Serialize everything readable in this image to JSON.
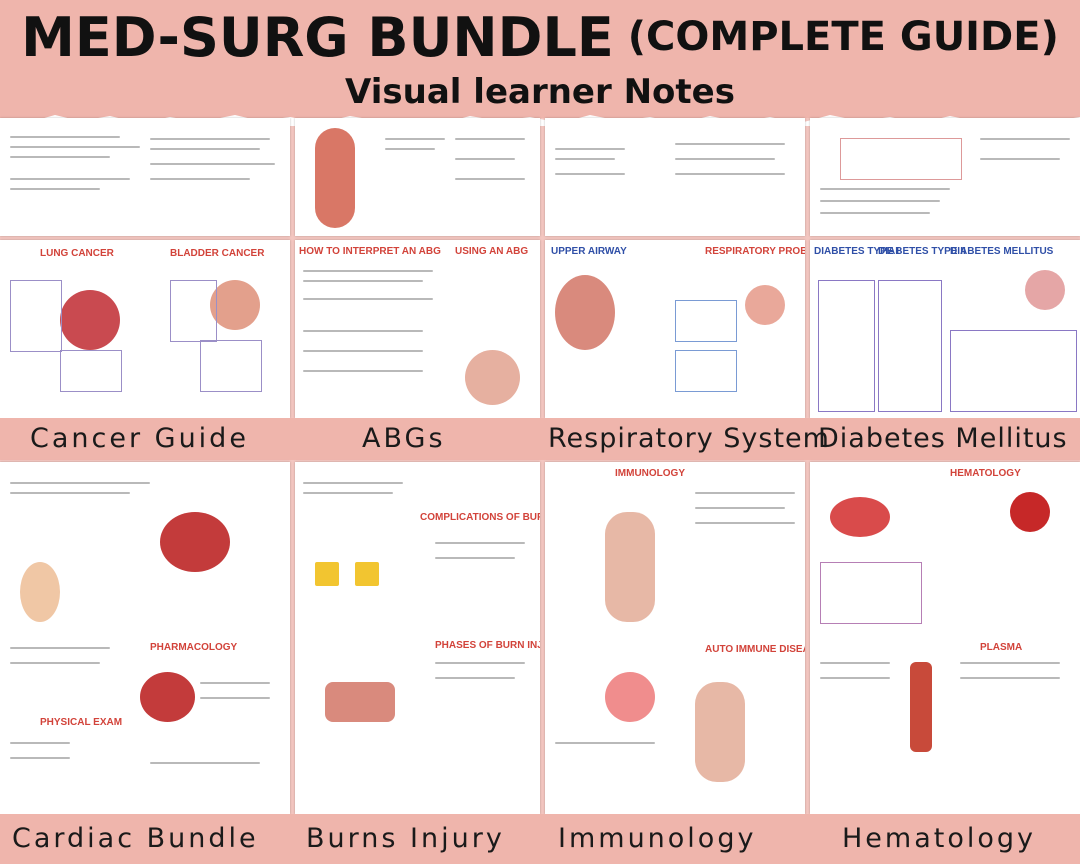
{
  "header": {
    "title": "MED-SURG BUNDLE",
    "title_suffix": "(COMPLETE GUIDE)",
    "subtitle": "Visual learner Notes"
  },
  "colors": {
    "background": "#f3c6c0",
    "label_bar": "#efb5ac",
    "accent_red": "#d2433a",
    "accent_blue": "#2f4fa7"
  },
  "row1": {
    "pages": [
      {
        "heading": "LUNG CANCER",
        "heading2": "BLADDER CANCER"
      },
      {
        "heading": "HOW TO INTERPRET AN ABG",
        "heading2": "USING AN ABG"
      },
      {
        "heading": "UPPER AIRWAY",
        "heading2": "RESPIRATORY PROBLEMS"
      },
      {
        "heading": "DIABETES TYPE I",
        "heading2": "DIABETES TYPE II",
        "heading3": "DIABETES MELLITUS"
      }
    ],
    "labels": [
      "Cancer Guide",
      "ABGs",
      "Respiratory System",
      "Diabetes Mellitus"
    ]
  },
  "row2": {
    "pages": [
      {
        "heading": "PHARMACOLOGY",
        "heading2": "PHYSICAL EXAM"
      },
      {
        "heading": "COMPLICATIONS OF BURNS",
        "heading2": "PHASES OF BURN INJURIES"
      },
      {
        "heading": "IMMUNOLOGY",
        "heading2": "AUTO IMMUNE DISEASE"
      },
      {
        "heading": "HEMATOLOGY",
        "heading2": "PLASMA"
      }
    ],
    "labels": [
      "Cardiac Bundle",
      "Burns Injury",
      "Immunology",
      "Hematology"
    ]
  }
}
